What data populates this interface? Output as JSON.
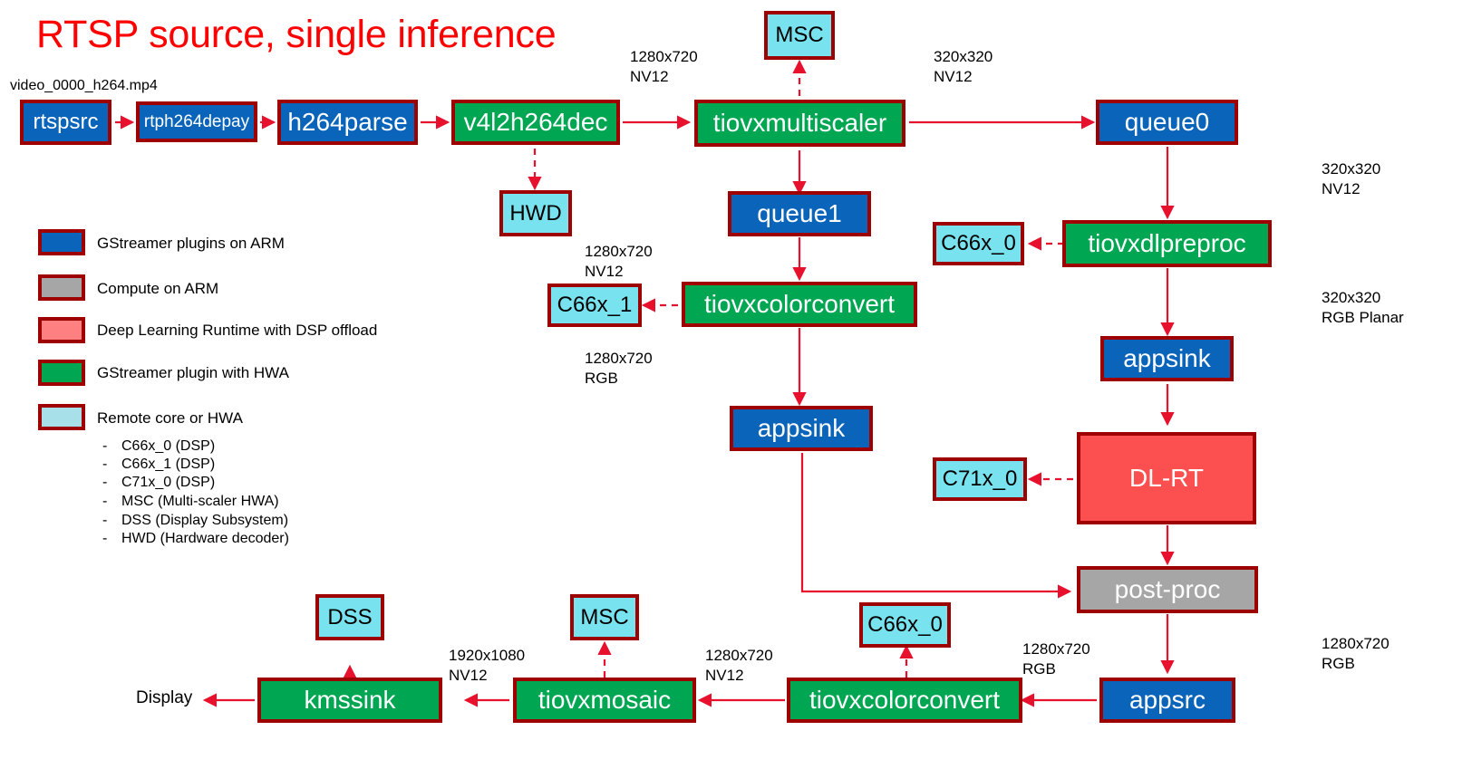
{
  "title": "RTSP source, single inference",
  "source_file": "video_0000_h264.mp4",
  "display_label": "Display",
  "colors": {
    "border": "#9e0000",
    "arm_blue": "#0a64ba",
    "hwa_green": "#00a651",
    "remote_cyan": "#79e2ef",
    "compute_gray": "#a6a6a6",
    "dlrt_red": "#fc5050",
    "title_red": "#ff0000",
    "wire_red": "#e8112d"
  },
  "legend": {
    "items": [
      {
        "swatch": "arm_blue",
        "label": "GStreamer plugins on ARM"
      },
      {
        "swatch": "compute_gray",
        "label": "Compute on ARM"
      },
      {
        "swatch": "dlrt_red",
        "label": "Deep Learning Runtime with DSP offload"
      },
      {
        "swatch": "hwa_green",
        "label": "GStreamer plugin with HWA"
      },
      {
        "swatch": "remote_cyan",
        "label": "Remote core or HWA"
      }
    ],
    "sub_items": [
      "C66x_0 (DSP)",
      "C66x_1 (DSP)",
      "C71x_0 (DSP)",
      "MSC (Multi-scaler HWA)",
      "DSS (Display Subsystem)",
      "HWD (Hardware decoder)"
    ],
    "bullet": "-"
  },
  "nodes": [
    {
      "id": "rtspsrc",
      "label": "rtspsrc",
      "kind": "blue",
      "font": "fs24"
    },
    {
      "id": "rtph264depay",
      "label": "rtph264depay",
      "kind": "blue",
      "font": "fs19"
    },
    {
      "id": "h264parse",
      "label": "h264parse",
      "kind": "blue",
      "font": "fs28"
    },
    {
      "id": "v4l2h264dec",
      "label": "v4l2h264dec",
      "kind": "green",
      "font": "fs28"
    },
    {
      "id": "hwd",
      "label": "HWD",
      "kind": "cyan",
      "font": "fs24"
    },
    {
      "id": "msc_top",
      "label": "MSC",
      "kind": "cyan",
      "font": "fs24"
    },
    {
      "id": "tiovxmultiscaler",
      "label": "tiovxmultiscaler",
      "kind": "green",
      "font": "fs28"
    },
    {
      "id": "queue0",
      "label": "queue0",
      "kind": "blue",
      "font": "fs28"
    },
    {
      "id": "queue1",
      "label": "queue1",
      "kind": "blue",
      "font": "fs28"
    },
    {
      "id": "c66x_0_pre",
      "label": "C66x_0",
      "kind": "cyan",
      "font": "fs24"
    },
    {
      "id": "tiovxdlpreproc",
      "label": "tiovxdlpreproc",
      "kind": "green",
      "font": "fs28"
    },
    {
      "id": "c66x_1",
      "label": "C66x_1",
      "kind": "cyan",
      "font": "fs24"
    },
    {
      "id": "tiovxcolorconvert_mid",
      "label": "tiovxcolorconvert",
      "kind": "green",
      "font": "fs28"
    },
    {
      "id": "appsink_right",
      "label": "appsink",
      "kind": "blue",
      "font": "fs28"
    },
    {
      "id": "appsink_mid",
      "label": "appsink",
      "kind": "blue",
      "font": "fs28"
    },
    {
      "id": "c71x_0",
      "label": "C71x_0",
      "kind": "cyan",
      "font": "fs24"
    },
    {
      "id": "dlrt",
      "label": "DL-RT",
      "kind": "red",
      "font": "fs28"
    },
    {
      "id": "postproc",
      "label": "post-proc",
      "kind": "gray",
      "font": "fs28"
    },
    {
      "id": "appsrc",
      "label": "appsrc",
      "kind": "blue",
      "font": "fs28"
    },
    {
      "id": "dss",
      "label": "DSS",
      "kind": "cyan",
      "font": "fs24"
    },
    {
      "id": "msc_bottom",
      "label": "MSC",
      "kind": "cyan",
      "font": "fs24"
    },
    {
      "id": "c66x_0_bot",
      "label": "C66x_0",
      "kind": "cyan",
      "font": "fs24"
    },
    {
      "id": "kmssink",
      "label": "kmssink",
      "kind": "green",
      "font": "fs28"
    },
    {
      "id": "tiovxmosaic",
      "label": "tiovxmosaic",
      "kind": "green",
      "font": "fs28"
    },
    {
      "id": "tiovxcolorconvert_bot",
      "label": "tiovxcolorconvert",
      "kind": "green",
      "font": "fs28"
    }
  ],
  "captions": [
    {
      "id": "cap_dec_out",
      "text": "1280x720\nNV12"
    },
    {
      "id": "cap_ms_out_right",
      "text": "320x320\nNV12"
    },
    {
      "id": "cap_queue0_out",
      "text": "320x320\nNV12"
    },
    {
      "id": "cap_preproc_out",
      "text": "320x320\nRGB Planar"
    },
    {
      "id": "cap_queue1_out",
      "text": "1280x720\nNV12"
    },
    {
      "id": "cap_cc_out",
      "text": "1280x720\nRGB"
    },
    {
      "id": "cap_appsrc_in",
      "text": "1280x720\nRGB"
    },
    {
      "id": "cap_appsrc_out",
      "text": "1280x720\nRGB"
    },
    {
      "id": "cap_mosaic_in",
      "text": "1280x720\nNV12"
    },
    {
      "id": "cap_mosaic_out",
      "text": "1920x1080\nNV12"
    }
  ]
}
